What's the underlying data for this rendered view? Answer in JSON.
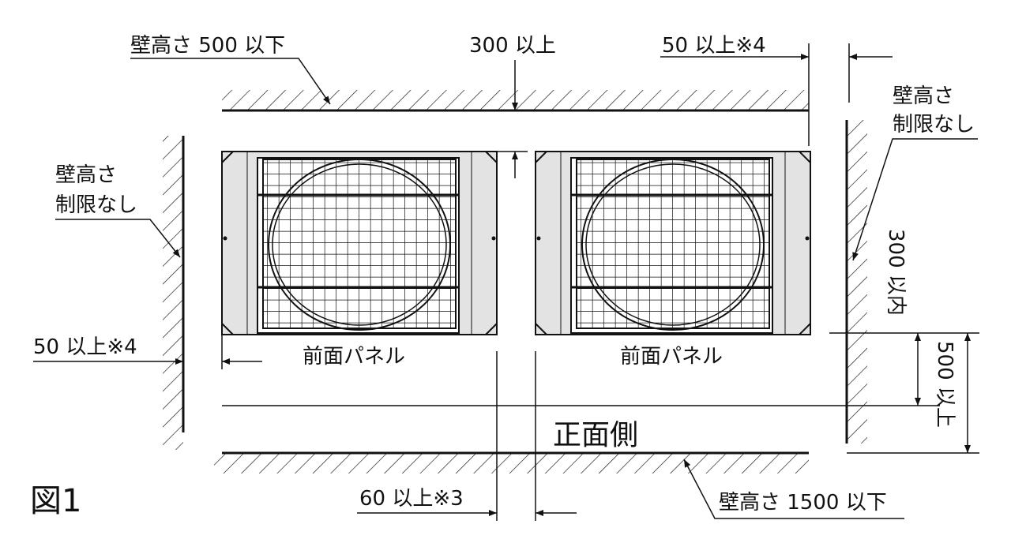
{
  "labels": {
    "wall_top": "壁高さ 500 以下",
    "top_clearance": "300 以上",
    "top_right_gap": "50 以上※4",
    "right_wall_line1": "壁高さ",
    "right_wall_line2": "制限なし",
    "left_wall_line1": "壁高さ",
    "left_wall_line2": "制限なし",
    "left_gap": "50 以上※4",
    "front_panel_left": "前面パネル",
    "front_panel_right": "前面パネル",
    "right_within": "300 以内",
    "right_min": "500 以上",
    "front_side": "正面側",
    "figure": "図1",
    "unit_gap": "60 以上※3",
    "wall_bottom": "壁高さ 1500 以下"
  },
  "colors": {
    "line": "#111111",
    "unit_fill": "#e3e3e3"
  }
}
